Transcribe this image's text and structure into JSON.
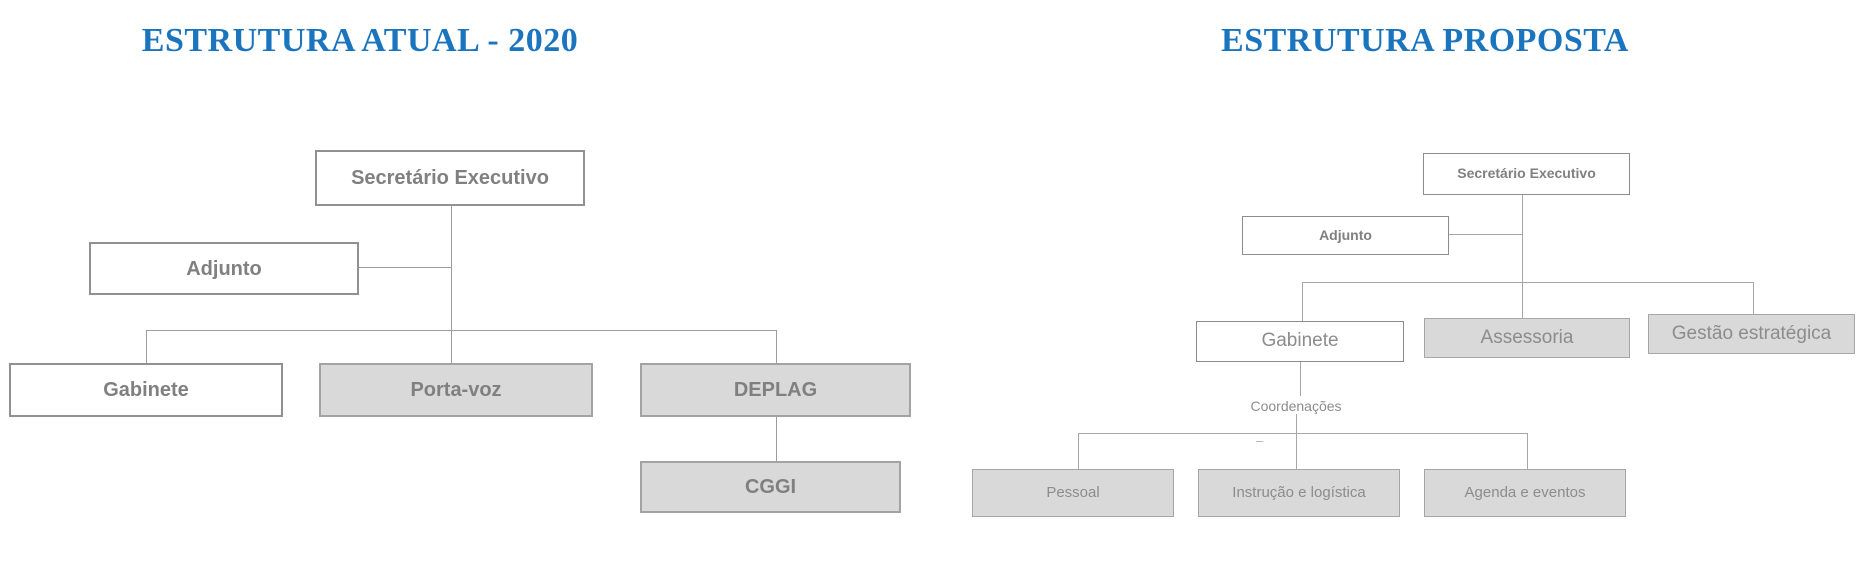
{
  "left": {
    "title": "ESTRUTURA ATUAL - 2020",
    "secretario": "Secretário Executivo",
    "adjunto": "Adjunto",
    "gabinete": "Gabinete",
    "porta_voz": "Porta-voz",
    "deplag": "DEPLAG",
    "cggi": "CGGI"
  },
  "right": {
    "title": "ESTRUTURA PROPOSTA",
    "secretario": "Secretário Executivo",
    "adjunto": "Adjunto",
    "gabinete": "Gabinete",
    "assessoria": "Assessoria",
    "gestao_estrategica": "Gestão estratégica",
    "coordenacoes": "Coordenações",
    "dash": "–",
    "pessoal": "Pessoal",
    "instrucao_logistica": "Instrução e logística",
    "agenda_eventos": "Agenda e eventos"
  },
  "colors": {
    "title_blue": "#1b75be",
    "box_gray_fill": "#d9d9d9",
    "box_white_fill": "#ffffff",
    "box_border_gray": "#8c8c8c",
    "text_gray": "#808080",
    "connector_gray": "#a6a6a6",
    "background": "#ffffff"
  }
}
